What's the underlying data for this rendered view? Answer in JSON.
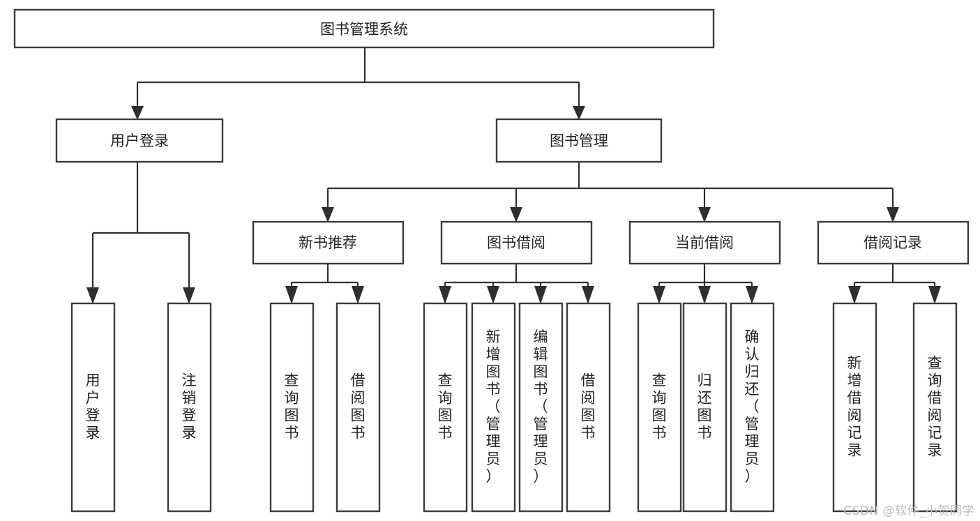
{
  "diagram": {
    "title": "图书管理系统",
    "type": "tree-hierarchy-chart",
    "root": {
      "label": "图书管理系统"
    },
    "level2": [
      {
        "label": "用户登录"
      },
      {
        "label": "图书管理"
      }
    ],
    "level3": [
      {
        "label": "新书推荐"
      },
      {
        "label": "图书借阅"
      },
      {
        "label": "当前借阅"
      },
      {
        "label": "借阅记录"
      }
    ],
    "leaves": {
      "user_login": [
        {
          "label": "用户登录"
        },
        {
          "label": "注销登录"
        }
      ],
      "new_book_recommend": [
        {
          "label": "查询图书"
        },
        {
          "label": "借阅图书"
        }
      ],
      "book_borrow": [
        {
          "label": "查询图书"
        },
        {
          "label": "新增图书（管理员）"
        },
        {
          "label": "编辑图书（管理员）"
        },
        {
          "label": "借阅图书"
        }
      ],
      "current_borrow": [
        {
          "label": "查询图书"
        },
        {
          "label": "归还图书"
        },
        {
          "label": "确认归还（管理员）"
        }
      ],
      "borrow_record": [
        {
          "label": "新增借阅记录"
        },
        {
          "label": "查询借阅记录"
        }
      ]
    }
  },
  "watermark": {
    "text": "CSDN @软件_小贺同学"
  },
  "colors": {
    "box_stroke": "#3b3b3b",
    "box_fill": "#ffffff",
    "edge": "#2f2f2f",
    "text": "#232323",
    "watermark": "#b9b9b9",
    "background": "#ffffff"
  }
}
